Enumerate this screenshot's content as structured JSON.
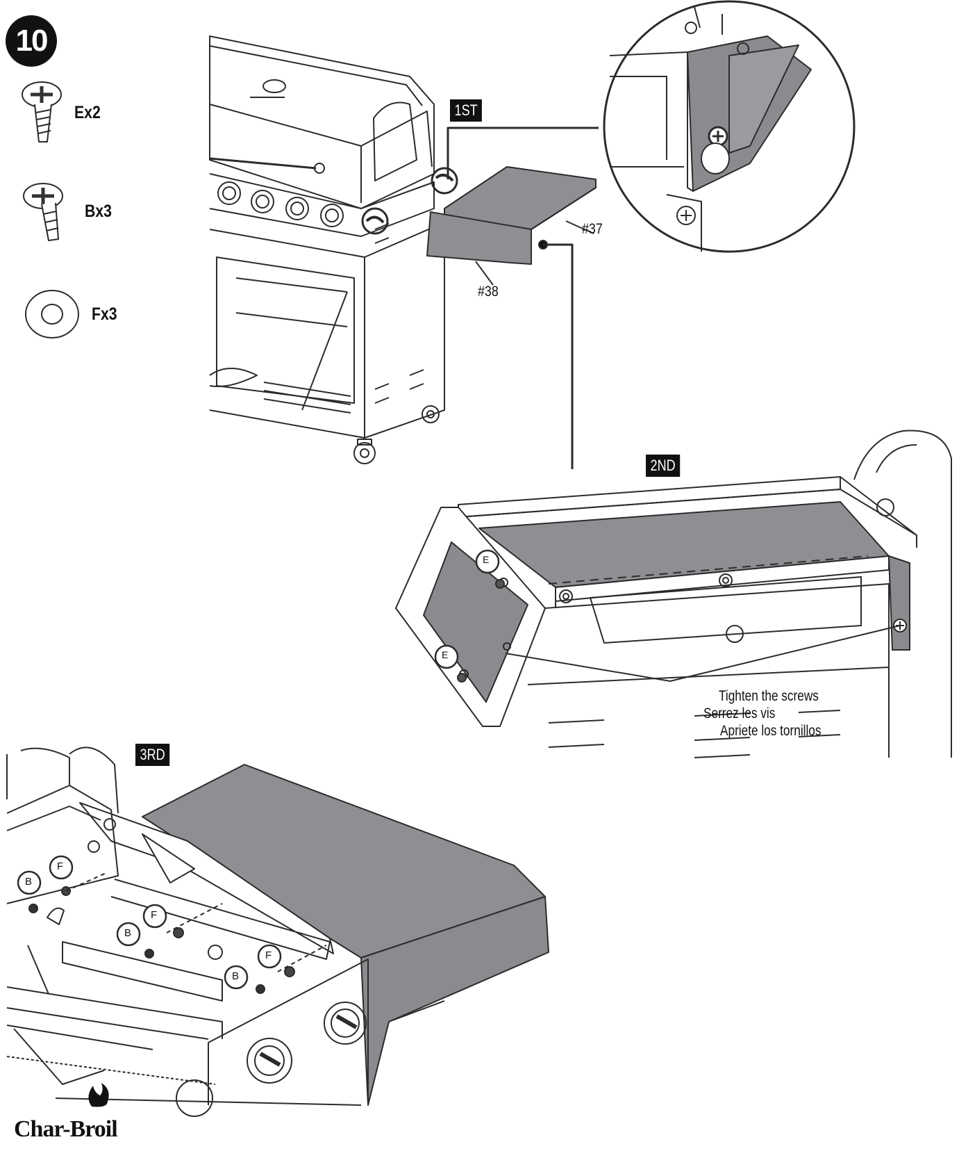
{
  "step": {
    "number": "10"
  },
  "hardware": [
    {
      "key": "E",
      "label": "Ex2",
      "icon": "phillips-screw-long-icon"
    },
    {
      "key": "B",
      "label": "Bx3",
      "icon": "phillips-screw-short-icon"
    },
    {
      "key": "F",
      "label": "Fx3",
      "icon": "flat-washer-icon"
    }
  ],
  "stages": {
    "first": "1ST",
    "second": "2ND",
    "third": "3RD"
  },
  "parts": {
    "shelf": "#37",
    "panel": "#38"
  },
  "callouts": {
    "e": "E",
    "b": "B",
    "f": "F"
  },
  "instructions": {
    "en": "Tighten the screws",
    "fr": "Serrez les vis",
    "es": "Apriete los tornillos"
  },
  "brand": {
    "name": "Char-Broil"
  },
  "colors": {
    "panel_gray": "#8a8b8f",
    "shelf_gray": "#8e8f93",
    "line": "#2b2b2b"
  }
}
